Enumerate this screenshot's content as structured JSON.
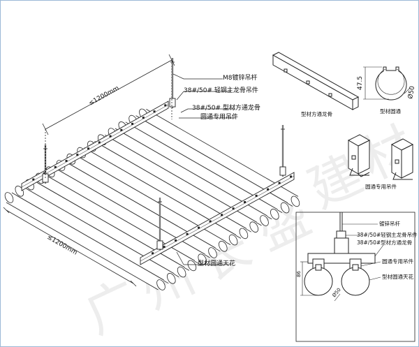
{
  "watermark": [
    "广",
    "州",
    "长",
    "盛",
    "建",
    "材"
  ],
  "assembly": {
    "dim_top": "≤1200mm",
    "dim_left": "≤1200mm",
    "callouts": {
      "rod": "M8镀锌吊杆",
      "main_hanger": "38#/50# 轻钢主龙骨吊件",
      "main_keel": "38#/50# 型材方通龙骨",
      "round_hanger": "圆通专用吊件",
      "round_tube": "型材圆通天花"
    }
  },
  "profiles": {
    "keel_caption": "型材方通龙骨",
    "tube_caption": "型材圆通",
    "tube_height_dim": "47.5",
    "tube_dia_dim": "Ø50",
    "hanger_caption": "圆通专用吊件"
  },
  "detail": {
    "labels": {
      "rod": "镀锌吊杆",
      "main_hanger": "38#/50#轻钢主龙骨吊件",
      "main_keel": "38#/50#型材方通龙骨",
      "round_hanger": "圆通专用吊件",
      "round_tube": "型材圆通天花"
    },
    "height_dim": "86",
    "dia_dim": "Ø50"
  },
  "colors": {
    "line": "#222222",
    "frame": "#9bb8d6",
    "watermark": "#bebebe"
  }
}
